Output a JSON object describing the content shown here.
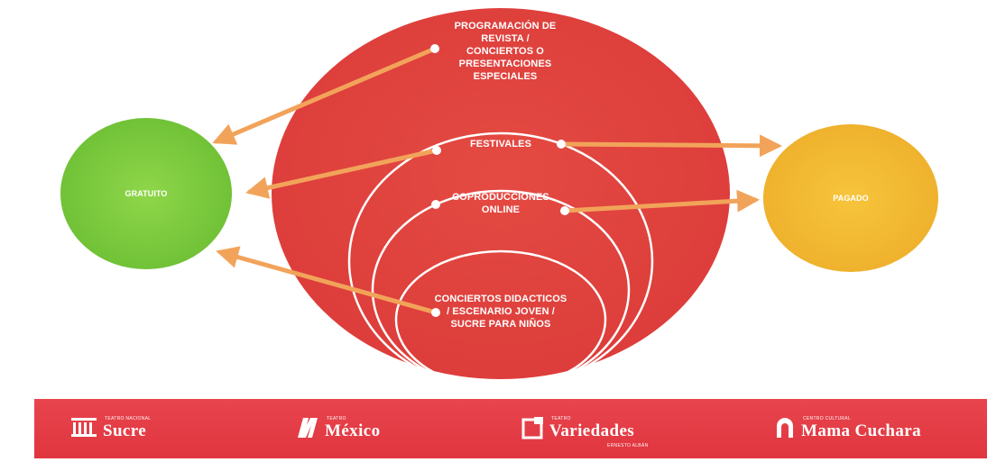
{
  "diagram": {
    "categories": [
      {
        "id": "revista",
        "lines": [
          "PROGRAMACIÓN DE",
          "REVISTA /",
          "CONCIERTOS O",
          "PRESENTACIONES",
          "ESPECIALES"
        ]
      },
      {
        "id": "festivales",
        "lines": [
          "FESTIVALES"
        ]
      },
      {
        "id": "coproducciones",
        "lines": [
          "COPRODUCCIONES",
          "ONLINE"
        ]
      },
      {
        "id": "didacticos",
        "lines": [
          "CONCIERTOS DIDACTICOS",
          "/ ESCENARIO JOVEN /",
          "SUCRE PARA NIÑOS"
        ]
      }
    ],
    "targets": {
      "gratuito": "GRATUITO",
      "pagado": "PAGADO"
    },
    "connections": [
      {
        "from": "revista",
        "to": "gratuito"
      },
      {
        "from": "festivales",
        "to": "gratuito"
      },
      {
        "from": "festivales",
        "to": "pagado"
      },
      {
        "from": "coproducciones",
        "to": "pagado"
      },
      {
        "from": "didacticos",
        "to": "gratuito"
      }
    ],
    "colors": {
      "outer_circle": "#e0443f",
      "inner_rings": "#ffffff",
      "gratuito": "#7ccd3c",
      "pagado": "#f0b732",
      "arrows": "#f2a35a",
      "footer": "#e23a43"
    }
  },
  "footer": {
    "logos": [
      {
        "id": "sucre",
        "small": "TEATRO NACIONAL",
        "name": "Sucre",
        "icon": "columns-icon"
      },
      {
        "id": "mexico",
        "small": "TEATRO",
        "name": "México",
        "icon": "m-letter-icon"
      },
      {
        "id": "variedades",
        "small": "TEATRO",
        "name": "Variedades",
        "sub": "ERNESTO ALBÁN",
        "icon": "frame-icon"
      },
      {
        "id": "mamacuchara",
        "small": "CENTRO CULTURAL",
        "name": "Mama Cuchara",
        "icon": "arch-icon"
      }
    ]
  }
}
